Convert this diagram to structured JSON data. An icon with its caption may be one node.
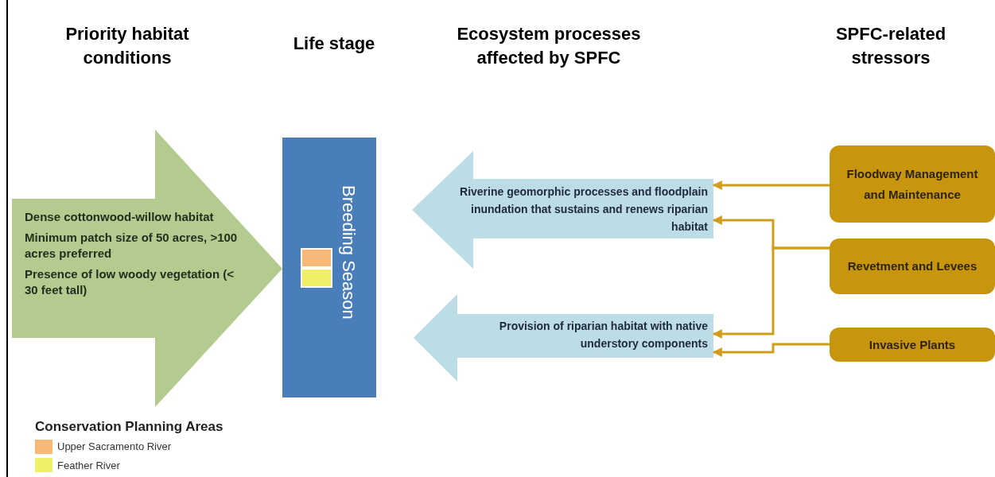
{
  "diagram": {
    "nodes": [
      {
        "text": [
          "Dense cottonwood-willow habitat",
          "Minimum patch size of 50 acres, >100 acres preferred",
          "Presence of low woody vegetation (< 30 feet tall)"
        ]
      },
      {
        "text": [
          "Breeding Season"
        ]
      },
      {
        "text": [],
        "shape": "box",
        "in": 1
      },
      {
        "text": [],
        "shape": "box",
        "in": 1
      },
      {
        "text": [
          "Riverine geomorphic processes and floodplain inundation that sustains and renews riparian habitat"
        ]
      },
      {
        "text": [
          "Provision of riparian habitat with native understory components"
        ]
      },
      {
        "text": [
          "Floodway Management and Maintenance"
        ]
      },
      {
        "text": [
          "Revetment and Levees"
        ]
      },
      {
        "text": [
          "Invasive Plants"
        ]
      }
    ],
    "edges": [
      {
        "from": 6,
        "to": 4,
        "arrow": "to"
      },
      {
        "from": 7,
        "to": 4,
        "arrow": "to"
      },
      {
        "from": 7,
        "to": 5,
        "arrow": "to"
      },
      {
        "from": 8,
        "to": 5,
        "arrow": "to"
      }
    ],
    "labels": [
      "Priority habitat conditions",
      "Life stage",
      "Ecosystem processes affected by SPFC",
      "SPFC-related stressors",
      "Conservation Planning Areas"
    ],
    "legend": [
      {
        "text": "Upper Sacramento River",
        "color": "#f8b878"
      },
      {
        "text": "Feather River",
        "color": "#f0ef6a"
      }
    ]
  }
}
